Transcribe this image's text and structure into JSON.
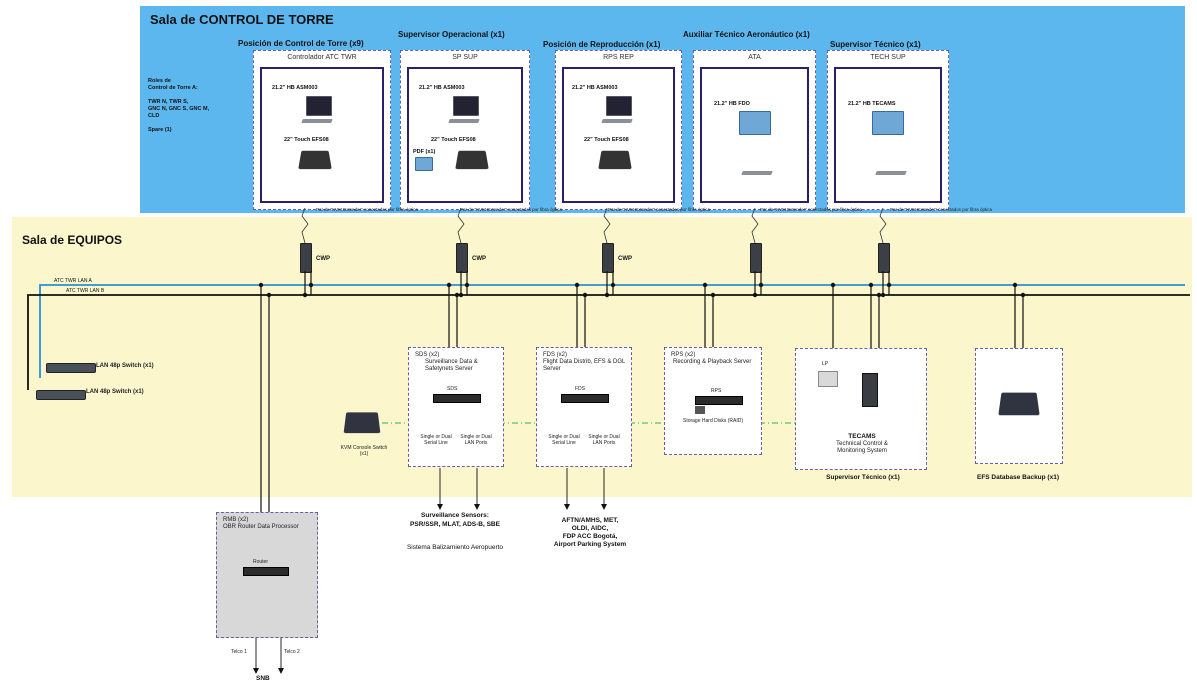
{
  "rooms": {
    "tower": "Sala de CONTROL DE TORRE",
    "equipment": "Sala de EQUIPOS"
  },
  "roles_note": [
    "Roles de",
    "Control de Torre A:",
    "",
    "TWR N, TWR S,",
    "GNC N, GNC S, GNC M,",
    "CLD",
    "",
    "Spare (1)"
  ],
  "positions": [
    {
      "header": "Posición de Control de Torre (x9)",
      "name": "Controlador ATC TWR",
      "mon": "21.2\" HB     ASM003",
      "touch": "22\" Touch    EFS08",
      "kvm": "Par de \"KVM Extender\" conectados por fibra óptica"
    },
    {
      "header": "Supervisor Operacional (x1)",
      "name": "SP SUP",
      "mon": "21.2\" HB     ASM003",
      "touch": "22\" Touch    EFS08",
      "pdf": "PDF (x1)",
      "kvm": "Par de \"KVM Extender\" conectados por fibra óptica"
    },
    {
      "header": "Posición de Reproducción (x1)",
      "name": "RPS REP",
      "mon": "21.2\" HB     ASM003",
      "touch": "22\" Touch    EFS08",
      "kvm": "Par de \"KVM Extender\" conectados por fibra óptica"
    },
    {
      "header": "Auxiliar Técnico Aeronáutico (x1)",
      "name": "ATA",
      "mon": "21.2\" HB     FDO",
      "kvm": "Par de \"KVM Extender\" conectados por fibra óptica"
    },
    {
      "header": "Supervisor Técnico (x1)",
      "name": "TECH SUP",
      "mon": "21.2\" HB    TECAMS",
      "kvm": "Par de \"KVM Extender\" conectados por fibra óptica"
    }
  ],
  "cwp_label": "CWP",
  "lanes": {
    "a": "ATC TWR LAN A",
    "b": "ATC TWR LAN B"
  },
  "switches": [
    "LAN 48p Switch (x1)",
    "LAN 48p Switch (x1)"
  ],
  "kvm_console": "KVM Console Switch (x1)",
  "servers": [
    {
      "title": "SDS (x2)",
      "sub": "Surveillance Data & Safetynets Server",
      "unit": "SDS",
      "ports": [
        "Single or Dual Serial Line",
        "Single or Dual LAN Ports"
      ]
    },
    {
      "title": "FDS (x2)",
      "sub": "Flight Data Distrib, EFS & DGL Server",
      "unit": "FDS",
      "ports": [
        "Single or Dual Serial Line",
        "Single or Dual LAN Ports"
      ]
    },
    {
      "title": "RPS (x2)",
      "sub": "Recording & Playback Server",
      "unit": "RPS",
      "ports": [
        "Storage Hard Disks (RAID)"
      ]
    }
  ],
  "tech": {
    "lp": "LP",
    "name": "TECAMS",
    "desc": "Technical Control & Monitoring System",
    "caption": "Supervisor Técnico (x1)"
  },
  "efs_backup": "EFS Database Backup (x1)",
  "surveillance": {
    "title": "Surveillance Sensors:",
    "list": "PSR/SSR, MLAT, ADS-B, SBE",
    "note": "Sistema Balizamiento Aeropuerto"
  },
  "flight_data": [
    "AFTN/AMHS, MET,",
    "OLDI, AIDC,",
    "FDP ACC Bogotá,",
    "Airport Parking System"
  ],
  "rmb": {
    "title": "RMB (x2)",
    "sub": "OBR Router Data Processor",
    "unit": "Router",
    "links": [
      "Telco 1",
      "Telco 2"
    ],
    "dest": "SNB"
  },
  "colors": {
    "tower": "#5cb7ef",
    "equipment": "#fbf6cc",
    "lan_a": "#2b8fd6",
    "lan_b": "#111111",
    "dashed": "#6a5ca8",
    "green": "#2db34a"
  }
}
